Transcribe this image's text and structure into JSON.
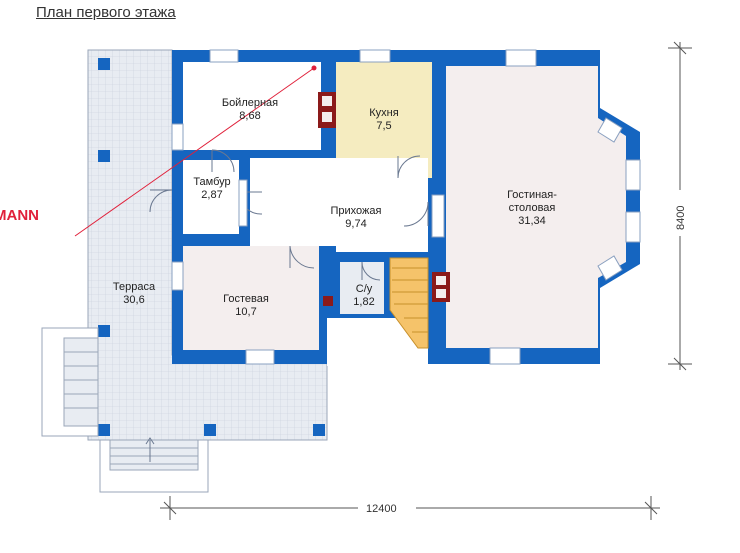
{
  "title": "План первого этажа",
  "brand": "MANN",
  "rooms": [
    {
      "name": "Бойлерная",
      "area": "8,68"
    },
    {
      "name": "Кухня",
      "area": "7,5"
    },
    {
      "name": "Тамбур",
      "area": "2,87"
    },
    {
      "name": "Прихожая",
      "area": "9,74"
    },
    {
      "name": "Гостиная-",
      "name2": "столовая",
      "area": "31,34"
    },
    {
      "name": "Терраса",
      "area": "30,6"
    },
    {
      "name": "Гостевая",
      "area": "10,7"
    },
    {
      "name": "С/у",
      "area": "1,82"
    }
  ],
  "dimensions": {
    "width": "12400",
    "height": "8400"
  },
  "colors": {
    "wall": "#1565c0",
    "kitchen": "#f5ecc0",
    "room_pink": "#f4eeee",
    "living": "#f4eeee",
    "terrace": "#e6eaf0",
    "stairs": "#f5c36a",
    "chimney": "#8b1a1a",
    "laser": "#e0203a"
  }
}
